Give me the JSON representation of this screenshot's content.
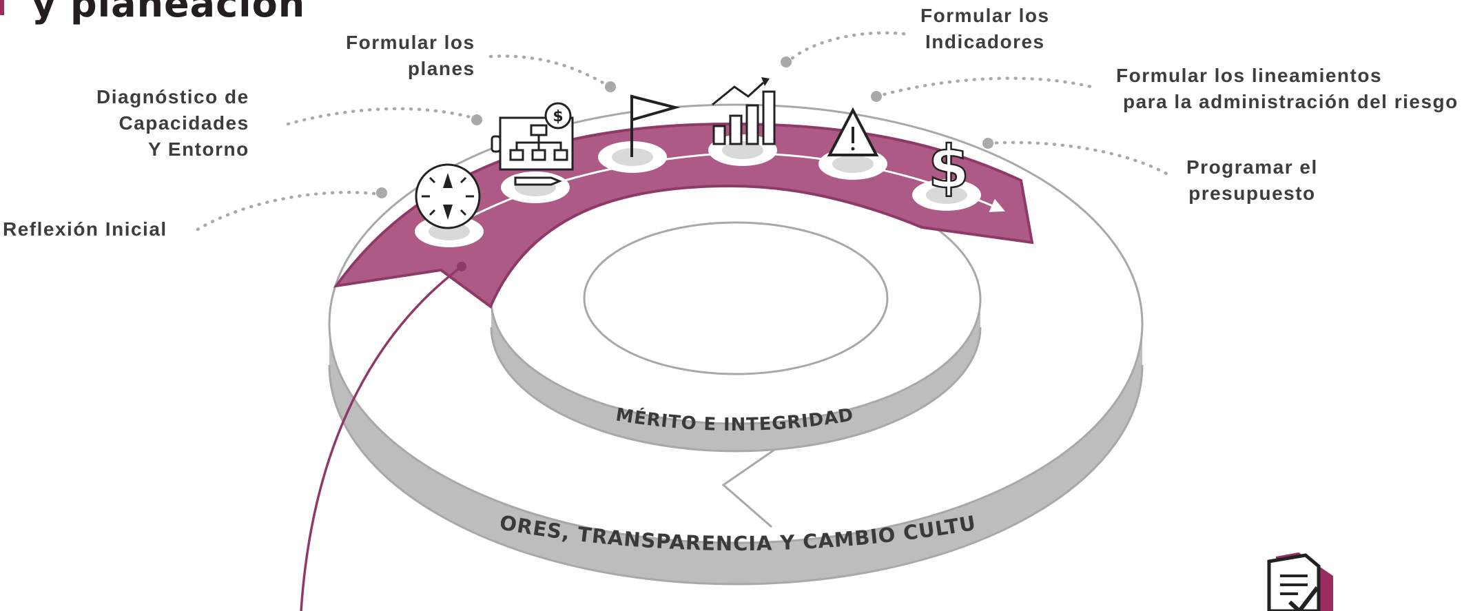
{
  "title": "y planeación",
  "steps": [
    {
      "lines": [
        "Reflexión Inicial"
      ],
      "icon": "compass-icon"
    },
    {
      "lines": [
        "Diagnóstico de",
        "Capacidades",
        "Y Entorno"
      ],
      "icon": "org-chart-icon"
    },
    {
      "lines": [
        "Formular los",
        "planes"
      ],
      "icon": "flag-icon"
    },
    {
      "lines": [
        "Formular los",
        "Indicadores"
      ],
      "icon": "bar-chart-icon"
    },
    {
      "lines": [
        "Formular los lineamientos",
        "para la administración del riesgo"
      ],
      "icon": "warning-icon"
    },
    {
      "lines": [
        "Programar el",
        "presupuesto"
      ],
      "icon": "dollar-icon"
    }
  ],
  "rings": {
    "inner_label": "MÉRITO E INTEGRIDAD",
    "outer_label": "VALORES, TRANSPARENCIA Y CAMBIO CULTURAL"
  },
  "corner_icon": "checklist-document-icon",
  "colors": {
    "accent": "#ad5b86",
    "accent_dark": "#8f3a66",
    "ring_side": "#bdbdbd",
    "ring_top": "#ffffff",
    "ring_outline": "#a8a8a8",
    "text": "#3d3d3d",
    "dots": "#a9a9a9"
  }
}
